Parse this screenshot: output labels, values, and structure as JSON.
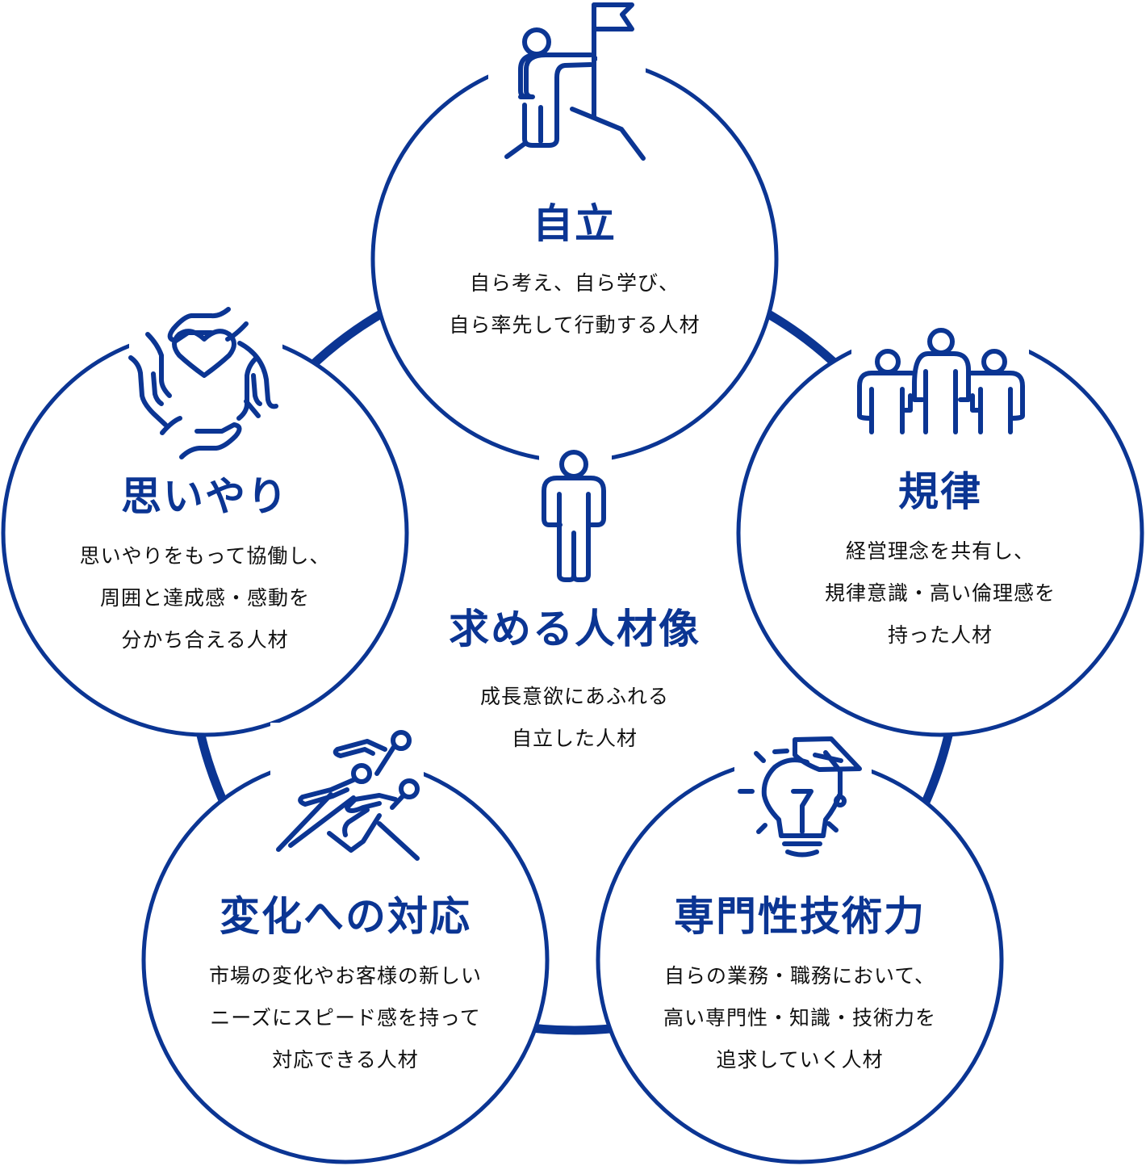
{
  "colors": {
    "accent": "#0b3593",
    "text": "#111111",
    "background": "#ffffff"
  },
  "center": {
    "icon": "person-standing-icon",
    "title": "求める人材像",
    "lines": [
      "成長意欲にあふれる",
      "自立した人材"
    ]
  },
  "circles": [
    {
      "id": "jiritsu",
      "icon": "person-with-flag-icon",
      "title": "自立",
      "lines": [
        "自ら考え、自ら学び、",
        "自ら率先して行動する人材"
      ]
    },
    {
      "id": "kiritsu",
      "icon": "group-of-people-icon",
      "title": "規律",
      "lines": [
        "経営理念を共有し、",
        "規律意識・高い倫理感を",
        "持った人材"
      ]
    },
    {
      "id": "senmonsei",
      "icon": "lightbulb-graduation-cap-icon",
      "title": "専門性技術力",
      "lines": [
        "自らの業務・職務において、",
        "高い専門性・知識・技術力を",
        "追求していく人材"
      ]
    },
    {
      "id": "henka",
      "icon": "running-people-icon",
      "title": "変化への対応",
      "lines": [
        "市場の変化やお客様の新しい",
        "ニーズにスピード感を持って",
        "対応できる人材"
      ]
    },
    {
      "id": "omoiyari",
      "icon": "hands-heart-icon",
      "title": "思いやり",
      "lines": [
        "思いやりをもって協働し、",
        "周囲と達成感・感動を",
        "分かち合える人材"
      ]
    }
  ]
}
